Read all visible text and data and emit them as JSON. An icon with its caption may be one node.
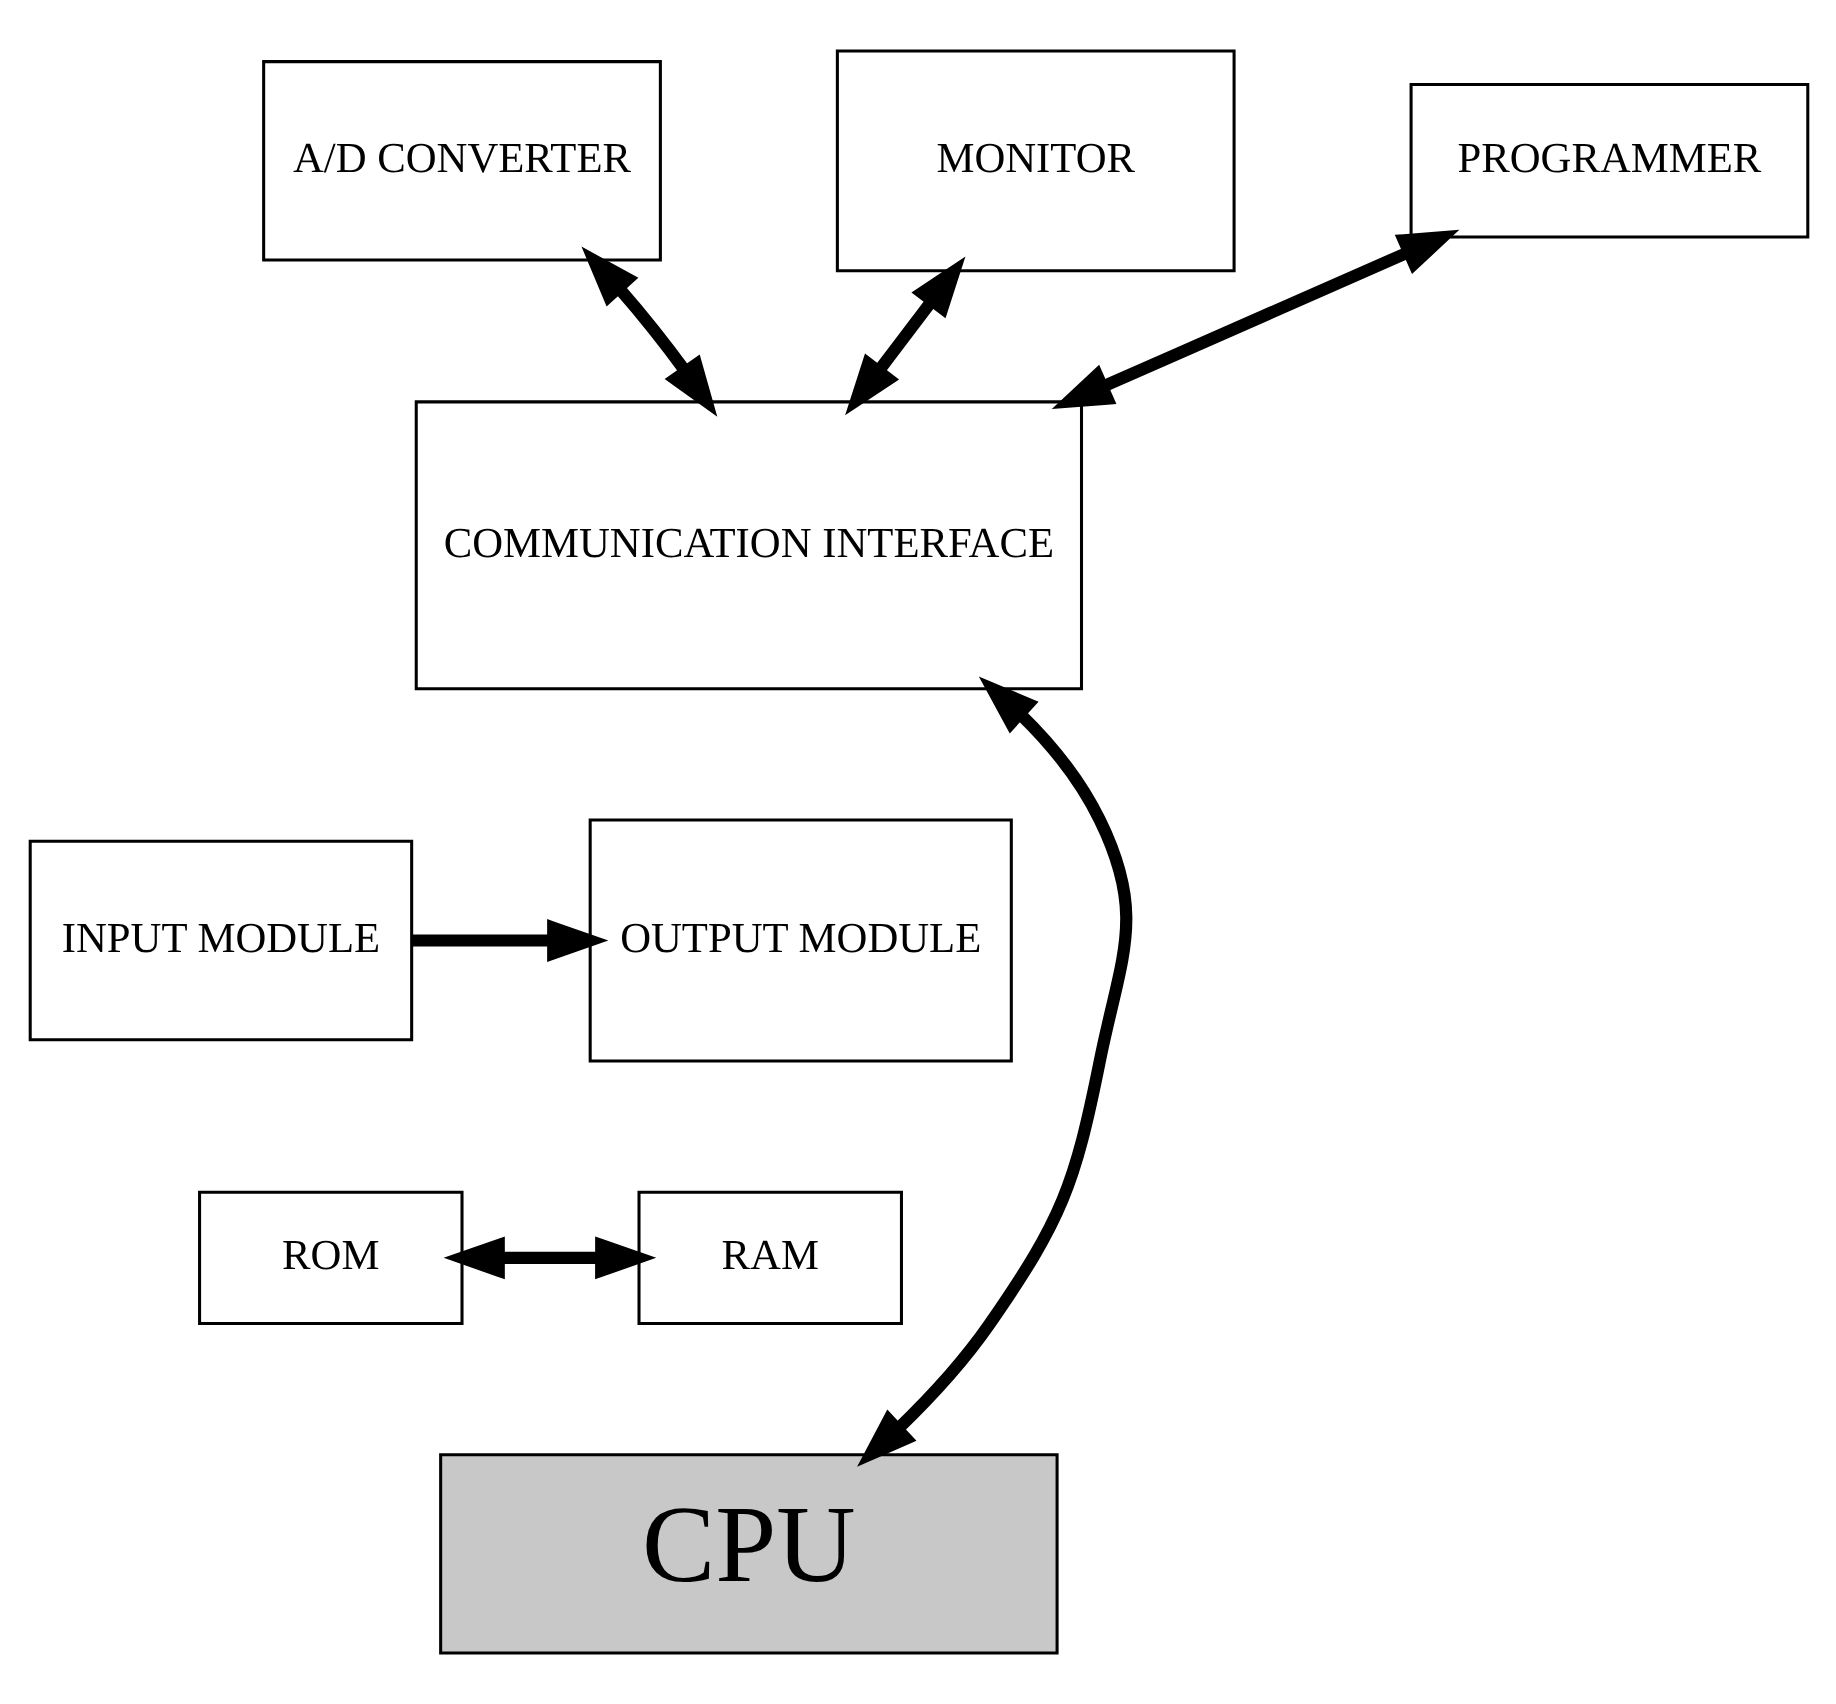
{
  "diagram": {
    "nodes": [
      {
        "text": [
          "A/D CONVERTER"
        ]
      },
      {
        "text": [
          "MONITOR"
        ]
      },
      {
        "text": [
          "PROGRAMMER"
        ]
      },
      {
        "text": [
          "COMMUNICATION INTERFACE"
        ]
      },
      {
        "text": [
          "INPUT MODULE"
        ]
      },
      {
        "text": [
          "OUTPUT MODULE"
        ]
      },
      {
        "text": [
          "ROM"
        ]
      },
      {
        "text": [
          "RAM"
        ]
      },
      {
        "text": [
          "CPU"
        ]
      }
    ],
    "edges": [
      {
        "from": 0,
        "to": 3,
        "arrow": "both"
      },
      {
        "from": 1,
        "to": 3,
        "arrow": "both"
      },
      {
        "from": 2,
        "to": 3,
        "arrow": "both"
      },
      {
        "from": 4,
        "to": 5,
        "arrow": "to"
      },
      {
        "from": 6,
        "to": 7,
        "arrow": "both"
      },
      {
        "from": 3,
        "to": 8,
        "arrow": "both"
      }
    ]
  }
}
